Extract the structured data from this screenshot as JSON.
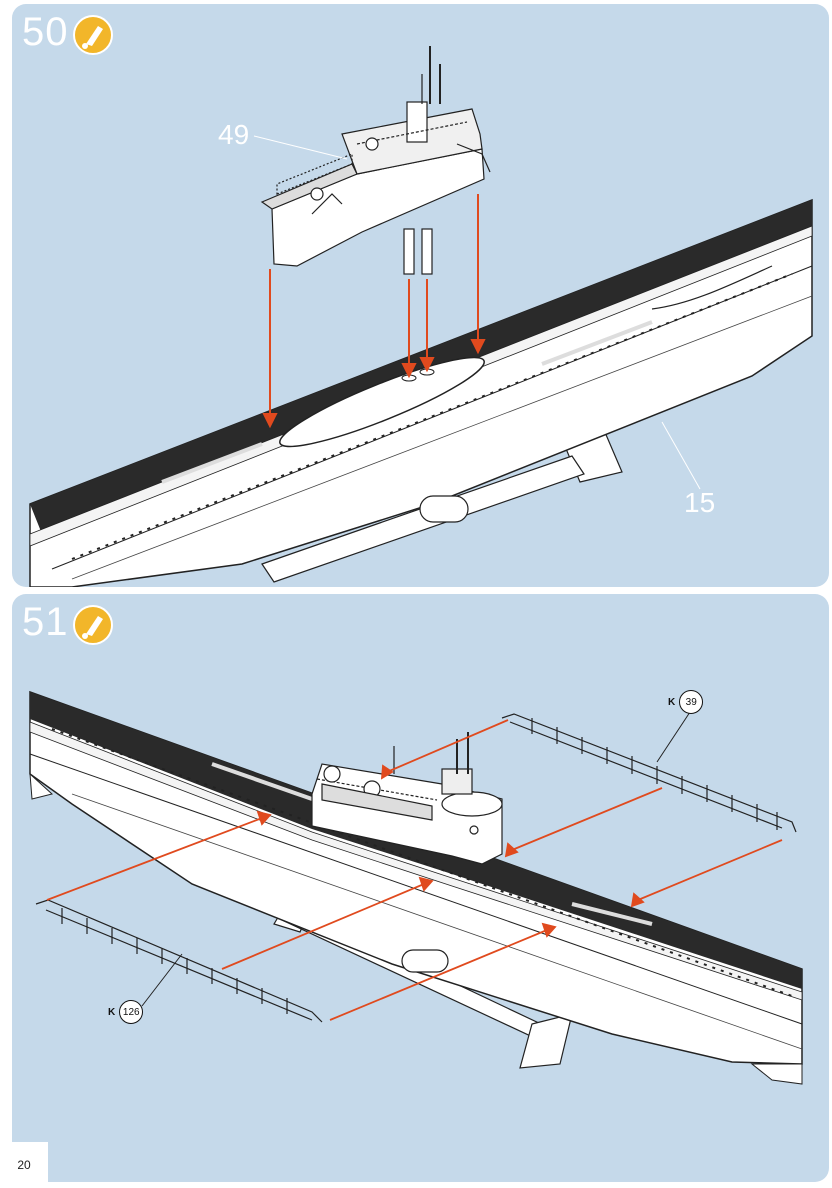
{
  "page_number": "20",
  "step_50": {
    "number": "50",
    "icon": "glue-icon",
    "labels": {
      "tower": "49",
      "hull": "15"
    }
  },
  "step_51": {
    "number": "51",
    "icon": "glue-icon",
    "ref_right": {
      "prefix": "K",
      "part": "39"
    },
    "ref_left": {
      "prefix": "K",
      "part": "126"
    }
  },
  "colors": {
    "panel": "#c5d9ea",
    "arrow": "#e04a1e",
    "deck": "#222222",
    "hull": "#ffffff",
    "glue": "#f2b62a"
  }
}
